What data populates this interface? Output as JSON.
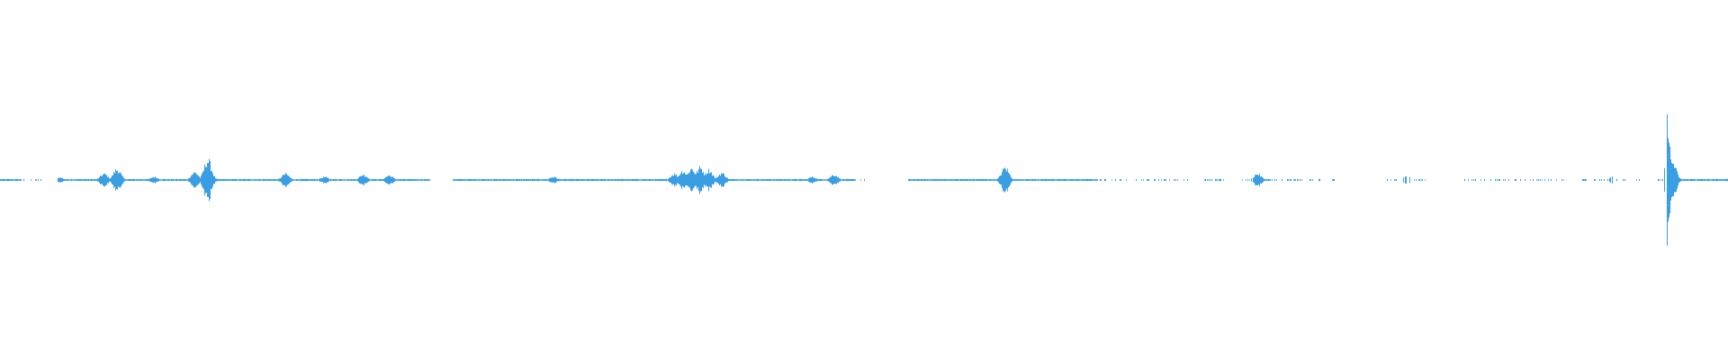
{
  "colors": {
    "background": "#ffffff",
    "waveform": "#3a9ee4"
  },
  "chart_data": {
    "type": "area",
    "title": "",
    "xlabel": "",
    "ylabel": "",
    "ylim": [
      -1,
      1
    ],
    "grid": false,
    "legend": "none",
    "envelope_peaks": [
      {
        "t": 0.068,
        "amp": 0.018
      },
      {
        "t": 0.12,
        "amp": 0.04
      },
      {
        "t": 0.135,
        "amp": 0.07
      },
      {
        "t": 0.178,
        "amp": 0.02
      },
      {
        "t": 0.225,
        "amp": 0.05
      },
      {
        "t": 0.24,
        "amp": 0.13
      },
      {
        "t": 0.33,
        "amp": 0.04
      },
      {
        "t": 0.375,
        "amp": 0.02
      },
      {
        "t": 0.42,
        "amp": 0.035
      },
      {
        "t": 0.45,
        "amp": 0.03
      },
      {
        "t": 0.64,
        "amp": 0.02
      },
      {
        "t": 0.78,
        "amp": 0.04
      },
      {
        "t": 0.79,
        "amp": 0.06
      },
      {
        "t": 0.8,
        "amp": 0.075
      },
      {
        "t": 0.81,
        "amp": 0.08
      },
      {
        "t": 0.82,
        "amp": 0.065
      },
      {
        "t": 0.835,
        "amp": 0.045
      },
      {
        "t": 0.94,
        "amp": 0.02
      },
      {
        "t": 0.965,
        "amp": 0.035
      },
      {
        "t": 1.163,
        "amp": 0.08
      },
      {
        "t": 1.455,
        "amp": 0.04
      },
      {
        "t": 1.628,
        "amp": 0.03
      },
      {
        "t": 1.865,
        "amp": 0.02
      },
      {
        "t": 1.93,
        "amp": 0.42
      },
      {
        "t": 1.935,
        "amp": 0.12
      }
    ],
    "silence_gaps": [
      [
        0.028,
        0.033
      ],
      [
        0.047,
        0.066
      ],
      [
        0.497,
        0.523
      ],
      [
        1.005,
        1.05
      ],
      [
        1.55,
        1.6
      ],
      [
        1.65,
        1.69
      ],
      [
        1.81,
        1.83
      ]
    ],
    "sparse_ranges": [
      [
        0.025,
        0.05
      ],
      [
        0.99,
        1.04
      ],
      [
        1.27,
        1.45
      ],
      [
        1.47,
        1.55
      ],
      [
        1.6,
        1.93
      ]
    ]
  }
}
